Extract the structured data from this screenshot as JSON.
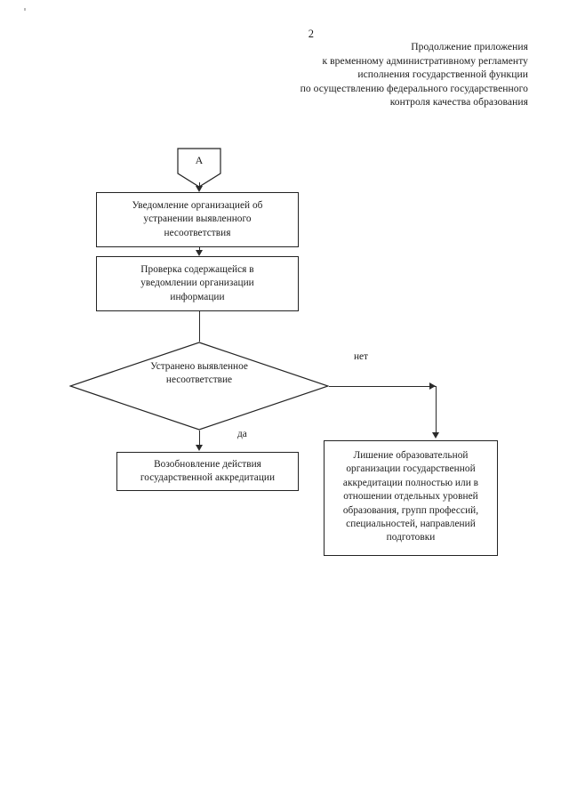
{
  "page": {
    "number": "2",
    "header_lines": [
      "Продолжение приложения",
      "к временному административному регламенту",
      "исполнения государственной функции",
      "по осуществлению федерального государственного",
      "контроля качества образования"
    ]
  },
  "chart_data": {
    "type": "diagram",
    "title": "Продолжение приложения",
    "nodes": [
      {
        "id": "A",
        "shape": "connector-pentagon",
        "label": "А"
      },
      {
        "id": "notification",
        "shape": "process",
        "lines": [
          "Уведомление организацией об",
          "устранении выявленного",
          "несоответствия"
        ]
      },
      {
        "id": "check",
        "shape": "process",
        "lines": [
          "Проверка содержащейся в",
          "уведомлении организации",
          "информации"
        ]
      },
      {
        "id": "decision",
        "shape": "decision",
        "lines": [
          "Устранено  выявленное",
          "несоответствие"
        ]
      },
      {
        "id": "resume",
        "shape": "process",
        "lines": [
          "Возобновление действия",
          "государственной аккредитации"
        ]
      },
      {
        "id": "revoke",
        "shape": "process",
        "lines": [
          "Лишение образовательной",
          "организации государственной",
          "аккредитации полностью или в",
          "отношении отдельных уровней",
          "образования, групп профессий,",
          "специальностей, направлений",
          "подготовки"
        ]
      }
    ],
    "edges": [
      {
        "from": "A",
        "to": "notification",
        "label": ""
      },
      {
        "from": "notification",
        "to": "check",
        "label": ""
      },
      {
        "from": "check",
        "to": "decision",
        "label": ""
      },
      {
        "from": "decision",
        "to": "resume",
        "label": "да"
      },
      {
        "from": "decision",
        "to": "revoke",
        "label": "нет"
      }
    ],
    "branch_labels": {
      "yes": "да",
      "no": "нет"
    }
  },
  "connector": {
    "label": "А"
  },
  "boxes": {
    "notification": {
      "line1": "Уведомление организацией об",
      "line2": "устранении выявленного",
      "line3": "несоответствия"
    },
    "check": {
      "line1": "Проверка содержащейся в",
      "line2": "уведомлении организации",
      "line3": "информации"
    },
    "resume": {
      "line1": "Возобновление действия",
      "line2": "государственной аккредитации"
    },
    "revoke": {
      "line1": "Лишение образовательной",
      "line2": "организации государственной",
      "line3": "аккредитации полностью или в",
      "line4": "отношении отдельных уровней",
      "line5": "образования, групп профессий,",
      "line6": "специальностей, направлений",
      "line7": "подготовки"
    }
  },
  "decision": {
    "line1": "Устранено  выявленное",
    "line2": "несоответствие"
  },
  "labels": {
    "yes": "да",
    "no": "нет"
  },
  "colors": {
    "ink": "#232323",
    "line": "#2a2a2a",
    "paper": "#ffffff"
  }
}
